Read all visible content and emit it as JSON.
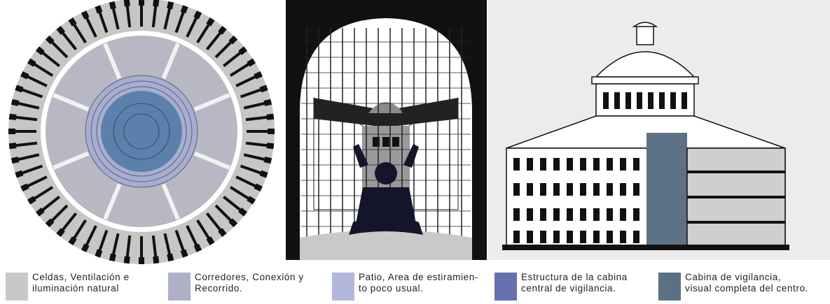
{
  "colors": {
    "cells": "#c8c8c8",
    "corridors": "#aeb0c8",
    "patio": "#b3b7de",
    "structure": "#6671b0",
    "cabin": "#5b7083"
  },
  "legend": [
    {
      "text_line1": "Celdas, Ventilación e",
      "text_line2": "iluminación natural",
      "color": "#c8c8c8"
    },
    {
      "text_line1": "Corredores, Conexión y",
      "text_line2": "Recorrido.",
      "color": "#aeb0c8"
    },
    {
      "text_line1": "Patio, Area de estiramien-",
      "text_line2": "to poco usual.",
      "color": "#b3b7de"
    },
    {
      "text_line1": "Estructura de la cabina",
      "text_line2": "central de vigilancia.",
      "color": "#6671b0"
    },
    {
      "text_line1": "Cabina de vigilancia,",
      "text_line2": "visual completa del centro.",
      "color": "#5b7083"
    }
  ]
}
